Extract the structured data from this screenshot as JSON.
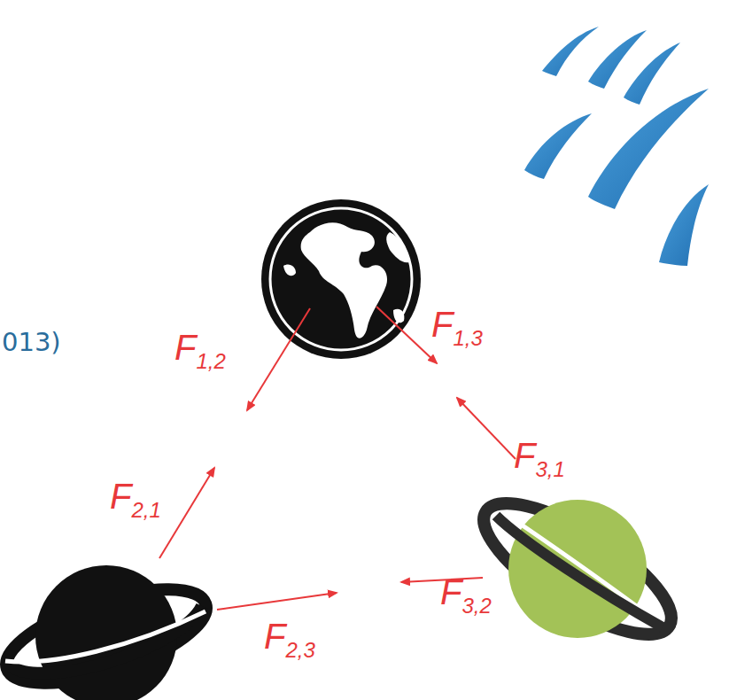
{
  "diagram": {
    "labels": [
      "013)",
      "F1,2",
      "F1,3",
      "F2,1",
      "F3,1",
      "F2,3",
      "F3,2"
    ]
  }
}
